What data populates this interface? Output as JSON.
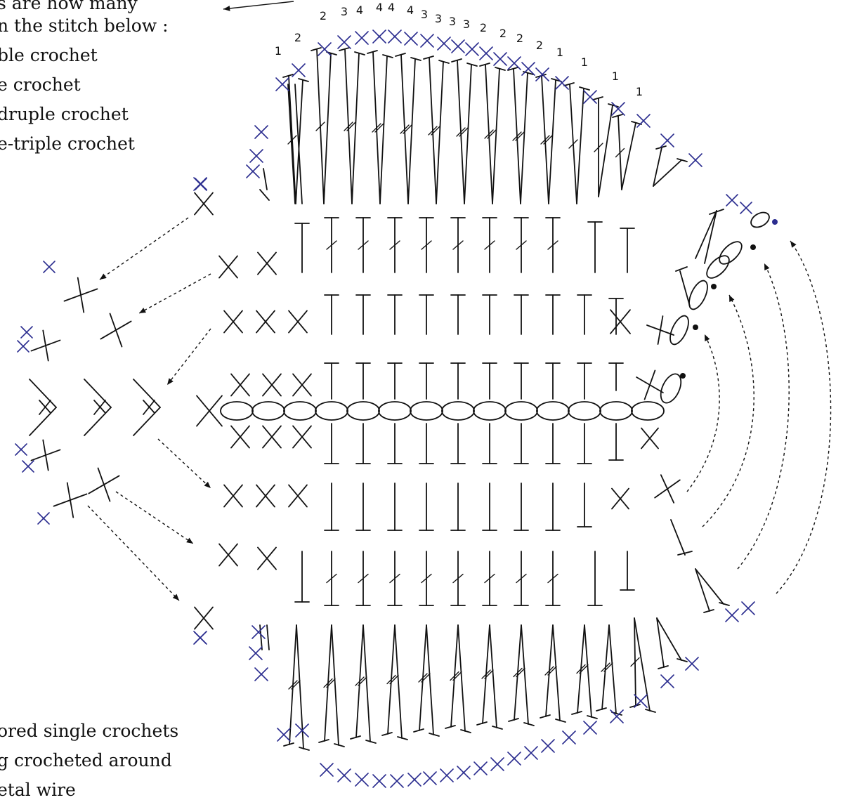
{
  "colors": {
    "ink": "#111111",
    "accent": "#2b2d8f",
    "background": "#ffffff"
  },
  "top_note": {
    "line1": "s are how many",
    "line2": "n the stitch below :",
    "items": [
      "ble crochet",
      "e crochet",
      "druple crochet",
      "e-triple crochet"
    ]
  },
  "bottom_note": {
    "line1": "ored single crochets",
    "line2": "g crocheted around",
    "line3": "etal wire"
  },
  "wrap_counts": [
    "1",
    "2",
    "2",
    "3",
    "4",
    "4",
    "4",
    "4",
    "3",
    "3",
    "3",
    "3",
    "2",
    "2",
    "2",
    "2",
    "1",
    "1",
    "1",
    "1"
  ]
}
